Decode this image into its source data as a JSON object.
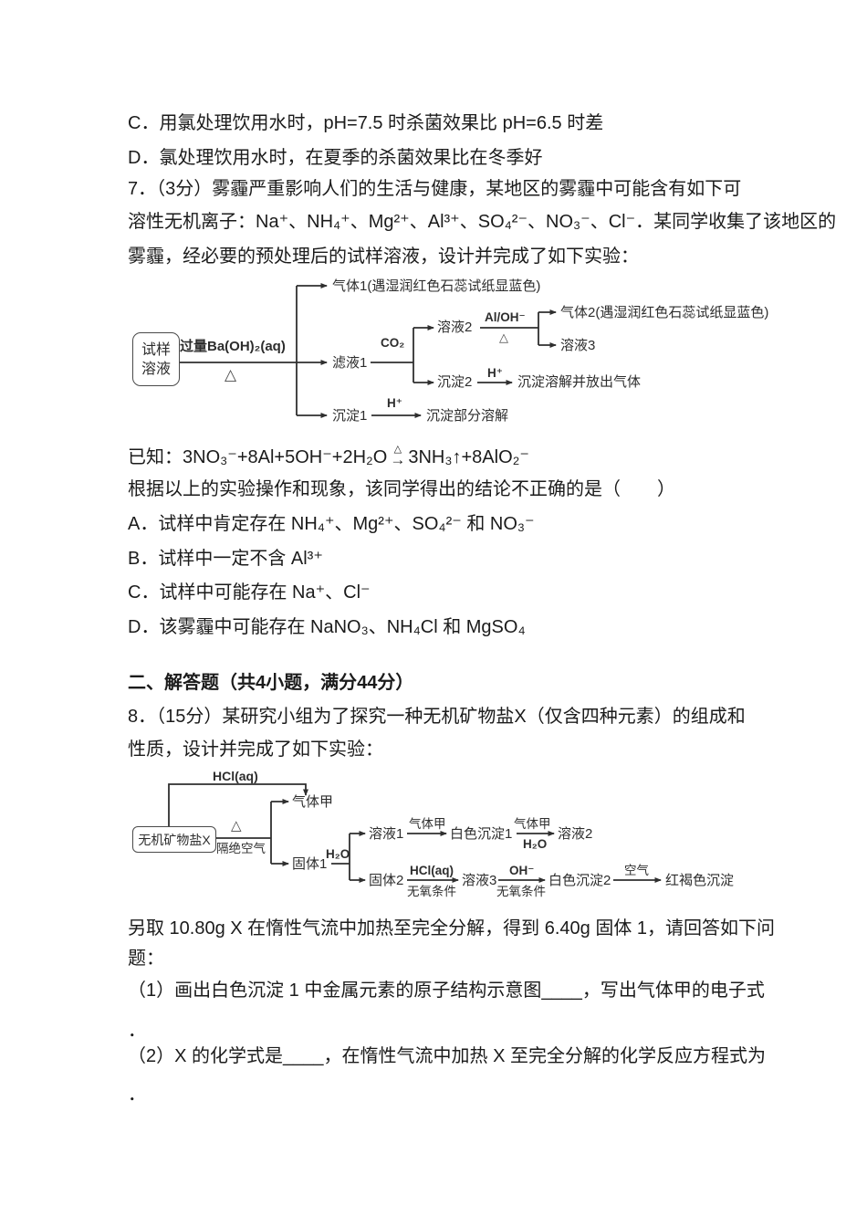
{
  "colors": {
    "ink": "#1b1b1b",
    "diagram_ink": "#2f2f2f"
  },
  "q6": {
    "option_c": "C．用氯处理饮用水时，pH=7.5 时杀菌效果比 pH=6.5 时差",
    "option_d": "D．氯处理饮用水时，在夏季的杀菌效果比在冬季好"
  },
  "q7": {
    "stem_line1": "7．（3分）雾霾严重影响人们的生活与健康，某地区的雾霾中可能含有如下可",
    "stem_line2": "溶性无机离子：Na⁺、NH₄⁺、Mg²⁺、Al³⁺、SO₄²⁻、NO₃⁻、Cl⁻．某同学收集了该地区的",
    "stem_line3": "雾霾，经必要的预处理后的试样溶液，设计并完成了如下实验：",
    "known_left": "已知：3NO₃⁻+8Al+5OH⁻+2H₂O",
    "known_condition": "△",
    "known_right": "3NH₃↑+8AlO₂⁻",
    "question_line": "根据以上的实验操作和现象，该同学得出的结论不正确的是（　　）",
    "options": [
      "A．试样中肯定存在 NH₄⁺、Mg²⁺、SO₄²⁻ 和 NO₃⁻",
      "B．试样中一定不含 Al³⁺",
      "C．试样中可能存在 Na⁺、Cl⁻",
      "D．该雾霾中可能存在 NaNO₃、NH₄Cl 和 MgSO₄"
    ],
    "diagram": {
      "source_top": "试样",
      "source_bottom": "溶液",
      "reagent": "过量Ba(OH)₂(aq)",
      "reagent_condition": "△",
      "gas1": "气体1(遇湿润红色石蕊试纸显蓝色)",
      "filtrate1": "滤液1",
      "co2": "CO₂",
      "solution2": "溶液2",
      "al_oh": "Al/OH⁻",
      "delta2": "△",
      "gas2": "气体2(遇湿润红色石蕊试纸显蓝色)",
      "solution3": "溶液3",
      "precipitate2": "沉淀2",
      "h_plus_a": "H⁺",
      "precipitate2_result": "沉淀溶解并放出气体",
      "precipitate1": "沉淀1",
      "h_plus_b": "H⁺",
      "precipitate1_result": "沉淀部分溶解"
    }
  },
  "section2": {
    "header": "二、解答题（共4小题，满分44分）"
  },
  "q8": {
    "stem_line1": "8．（15分）某研究小组为了探究一种无机矿物盐X（仅含四种元素）的组成和",
    "stem_line2": "性质，设计并完成了如下实验：",
    "post_line1": "另取 10.80g X 在惰性气流中加热至完全分解，得到 6.40g 固体 1，请回答如下问",
    "post_line2": "题：",
    "sub1": "（1）画出白色沉淀 1 中金属元素的原子结构示意图____，写出气体甲的电子式",
    "sub1_period": "．",
    "sub2": "（2）X 的化学式是____，在惰性气流中加热 X 至完全分解的化学反应方程式为",
    "sub2_period": "．",
    "diagram": {
      "hcl_top": "HCl(aq)",
      "source": "无机矿物盐X",
      "delta": "△",
      "no_air": "隔绝空气",
      "gas_a": "气体甲",
      "solid1": "固体1",
      "h2o_a": "H₂O",
      "solution1": "溶液1",
      "gas_a_label1": "气体甲",
      "white_ppt1": "白色沉淀1",
      "gas_a_label2": "气体甲",
      "h2o_b": "H₂O",
      "solution2": "溶液2",
      "solid2": "固体2",
      "hcl_label": "HCl(aq)",
      "anaerobic1": "无氧条件",
      "solution3": "溶液3",
      "oh_label": "OH⁻",
      "anaerobic2": "无氧条件",
      "white_ppt2": "白色沉淀2",
      "air": "空气",
      "red_brown_ppt": "红褐色沉淀"
    }
  }
}
